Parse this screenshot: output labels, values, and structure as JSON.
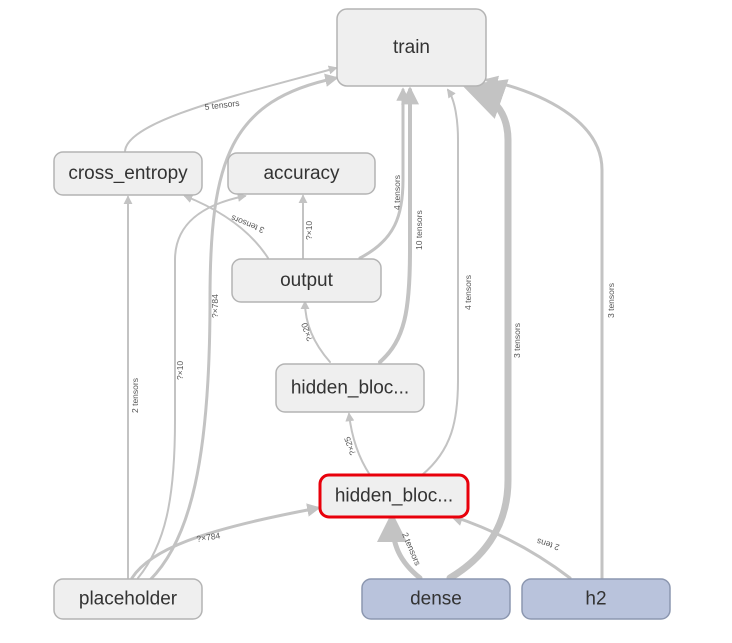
{
  "nodes": {
    "train": {
      "label": "train"
    },
    "cross_entropy": {
      "label": "cross_entropy"
    },
    "accuracy": {
      "label": "accuracy"
    },
    "output": {
      "label": "output"
    },
    "hidden_block_2": {
      "label": "hidden_bloc..."
    },
    "hidden_block_1": {
      "label": "hidden_bloc..."
    },
    "placeholder": {
      "label": "placeholder"
    },
    "dense": {
      "label": "dense"
    },
    "h2": {
      "label": "h2"
    }
  },
  "edge_labels": {
    "ce_to_train": "5 tensors",
    "placeholder_to_train": "?×784",
    "output_to_train": "4 tensors",
    "hb2_to_train": "10 tensors",
    "hb1_to_train": "4 tensors",
    "dense_to_train": "3 tensors",
    "h2_to_train": "3 tensors",
    "output_to_ce": "3 tensors",
    "output_to_accuracy": "?×10",
    "placeholder_to_ce": "2 tensors",
    "placeholder_to_accuracy": "?×10",
    "hb2_to_output": "?×20",
    "hb1_to_hb2": "?×25",
    "placeholder_to_hb1": "?×784",
    "dense_to_hb1": "2 tensors",
    "h2_to_hb1": "2 tens"
  },
  "colors": {
    "node_fill": "#efefef",
    "node_stroke": "#b4b4b4",
    "variable_fill": "#b9c3dc",
    "selected_stroke": "#e8000b",
    "edge": "#c3c3c3"
  }
}
